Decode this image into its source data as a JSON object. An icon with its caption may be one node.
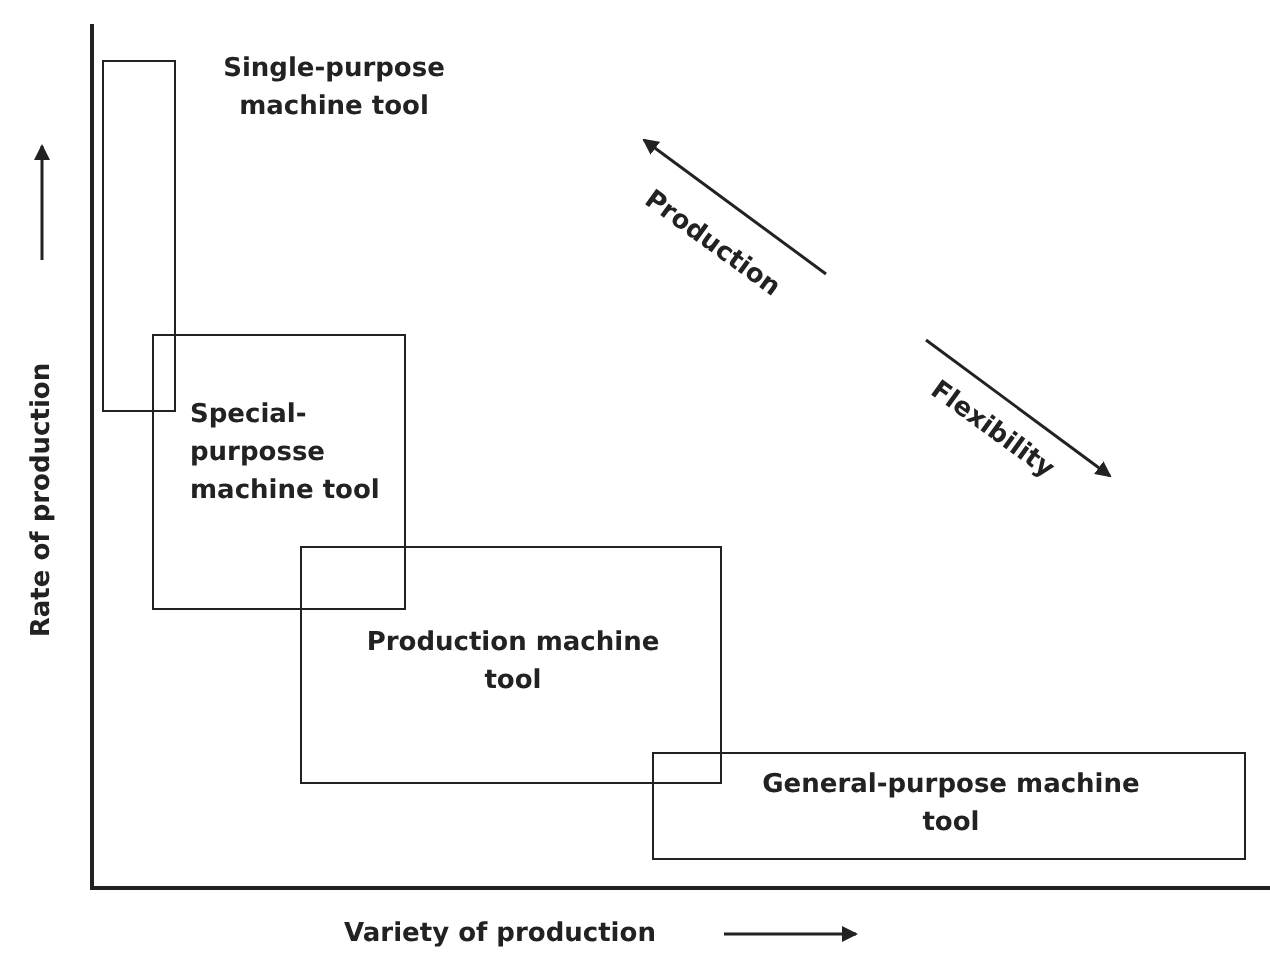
{
  "diagram": {
    "nodes": [
      {
        "text": [
          "Single-purpose machine tool"
        ]
      },
      {
        "text": [
          "Special-purposse machine tool"
        ]
      },
      {
        "text": [
          "Production machine tool"
        ]
      },
      {
        "text": [
          "General-purpose machine tool"
        ]
      }
    ],
    "labels": [
      "Rate of production",
      "Variety of production",
      "Production",
      "Flexibility"
    ]
  }
}
